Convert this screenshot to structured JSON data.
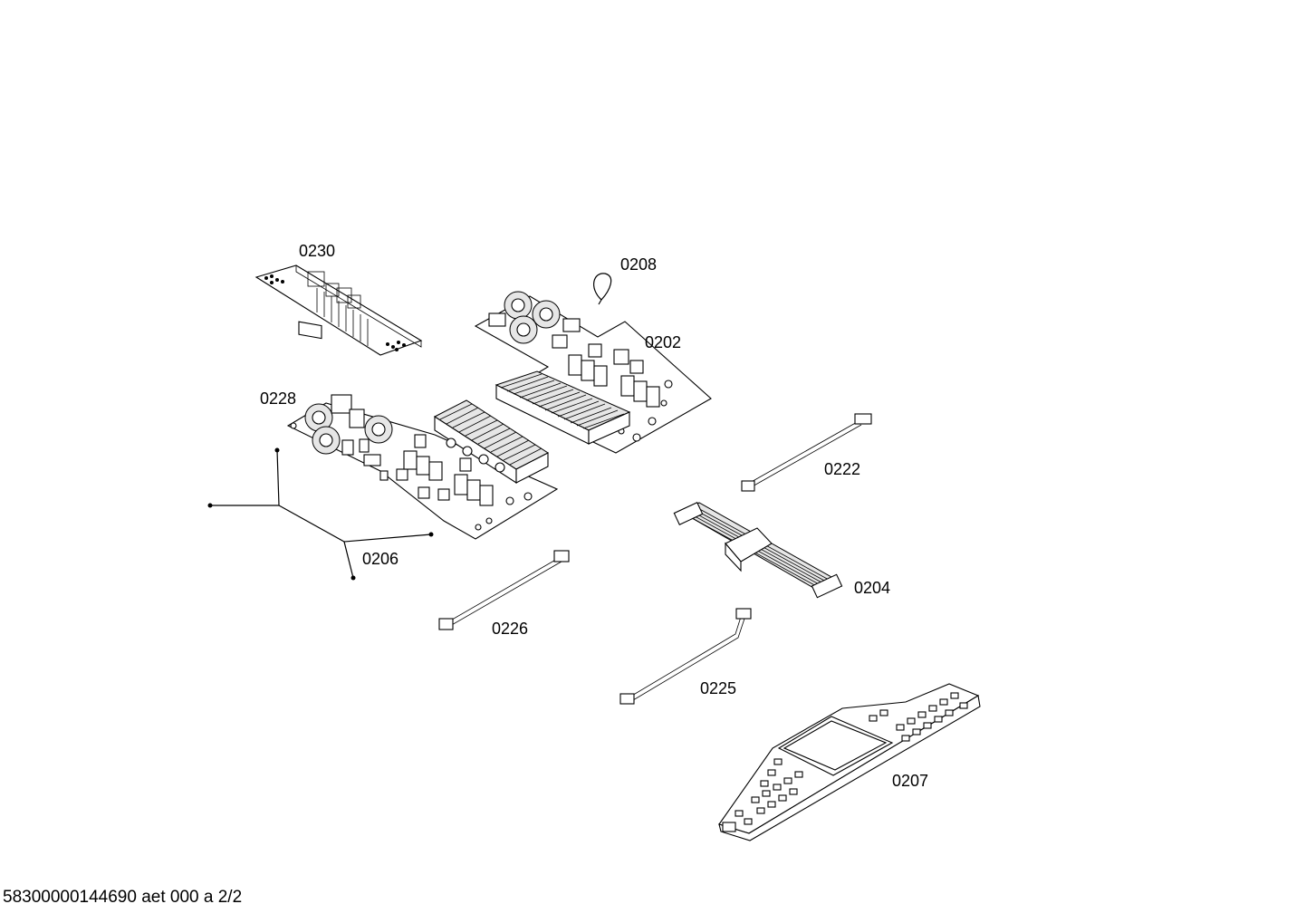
{
  "labels": {
    "p0230": "0230",
    "p0208": "0208",
    "p0202": "0202",
    "p0228": "0228",
    "p0222": "0222",
    "p0206": "0206",
    "p0204": "0204",
    "p0226": "0226",
    "p0225": "0225",
    "p0207": "0207"
  },
  "footer": "58300000144690 aet 000 a 2/2"
}
